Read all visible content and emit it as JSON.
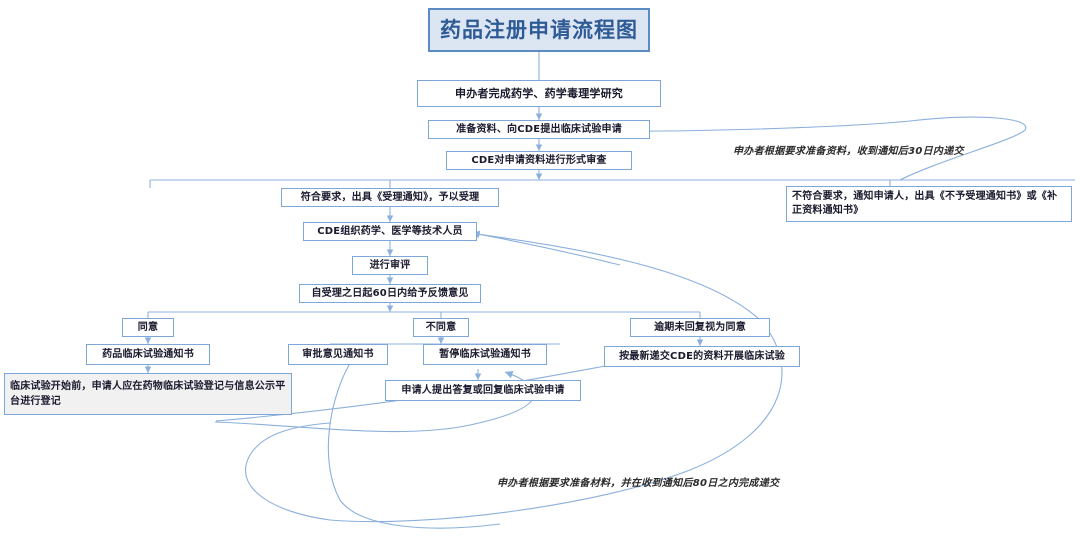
{
  "diagram": {
    "title_box": {
      "label": "药品注册申请流程图",
      "fill": "#dce6f2",
      "border": "#5b8ac4",
      "text_color": "#2e5b96"
    },
    "theme": {
      "node_border": "#7da7d9",
      "node_fill": "#ffffff",
      "gray_fill": "#f1f1f1",
      "connector": "#8cb0dc",
      "text": "#1a1a2e",
      "background": "#ffffff"
    },
    "nodes": [
      {
        "id": "n1",
        "label": "申办者完成药学、药学毒理学研究"
      },
      {
        "id": "n2",
        "label": "准备资料、向CDE提出临床试验申请"
      },
      {
        "id": "n3",
        "label": "CDE对申请资料进行形式审查"
      },
      {
        "id": "n4",
        "label": "符合要求，出具《受理通知》，予以受理"
      },
      {
        "id": "n5",
        "label": "不符合要求，通知申请人，出具《不予受理通知书》或《补正资料通知书》"
      },
      {
        "id": "n6",
        "label": "CDE组织药学、医学等技术人员"
      },
      {
        "id": "n7",
        "label": "进行审评"
      },
      {
        "id": "n8",
        "label": "自受理之日起60日内给予反馈意见"
      },
      {
        "id": "n9",
        "label": "同意"
      },
      {
        "id": "n10",
        "label": "不同意"
      },
      {
        "id": "n11",
        "label": "逾期未回复视为同意"
      },
      {
        "id": "n12",
        "label": "药品临床试验通知书"
      },
      {
        "id": "n13",
        "label": "审批意见通知书"
      },
      {
        "id": "n14",
        "label": "暂停临床试验通知书"
      },
      {
        "id": "n15",
        "label": "按最新递交CDE的资料开展临床试验"
      },
      {
        "id": "n16",
        "label": "临床试验开始前，申请人应在药物临床试验登记与信息公示平台进行登记"
      },
      {
        "id": "n17",
        "label": "申请人提出答复或回复临床试验申请"
      }
    ],
    "annotations": [
      {
        "id": "a1",
        "label": "申办者根据要求准备资料，收到通知后30日内递交"
      },
      {
        "id": "a2",
        "label": "申办者根据要求准备材料，并在收到通知后80日之内完成递交"
      }
    ]
  }
}
